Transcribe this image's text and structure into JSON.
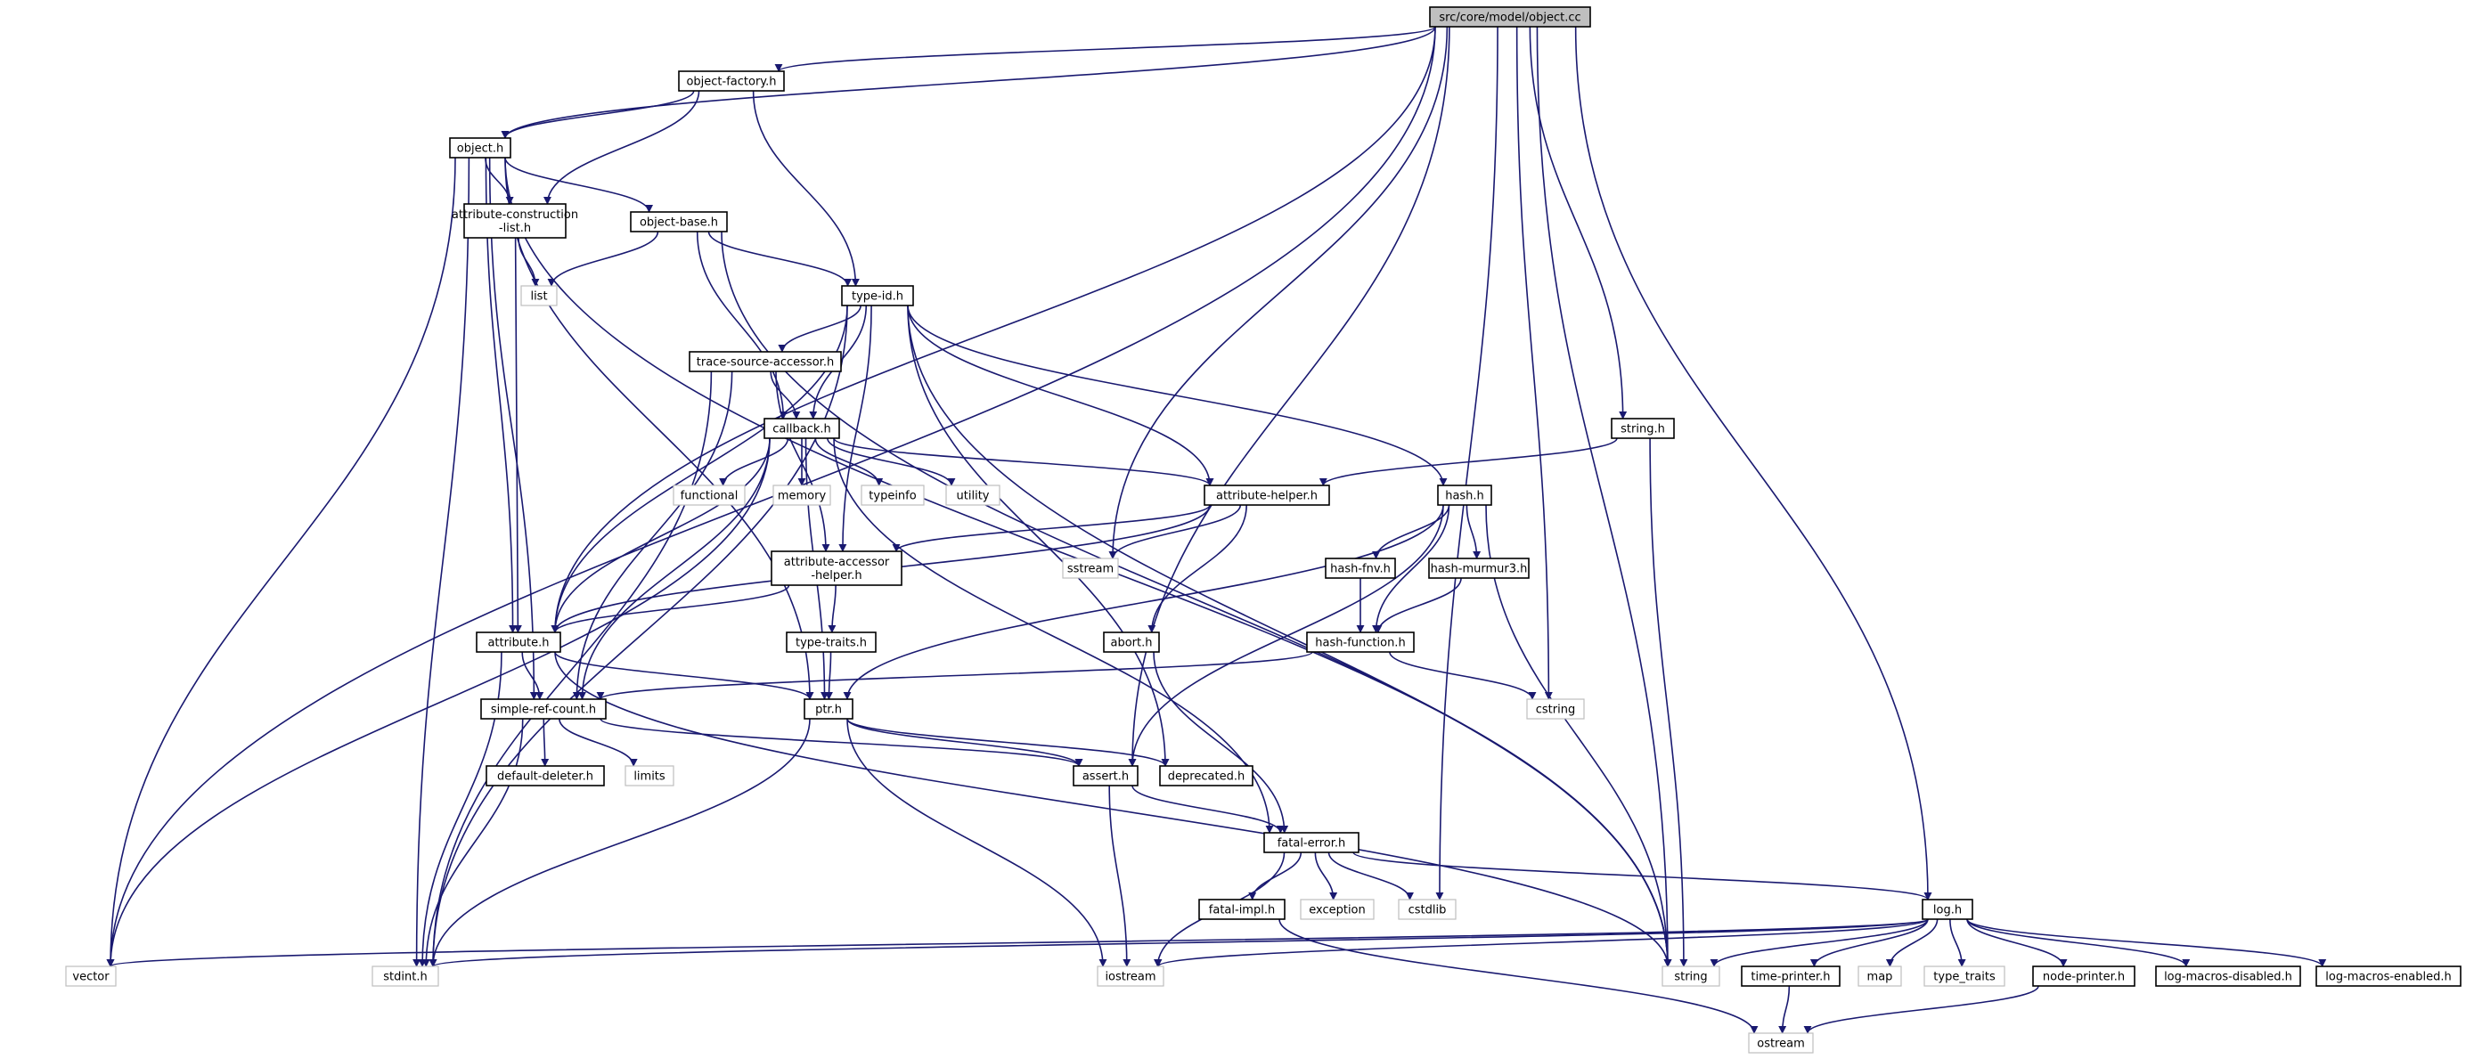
{
  "diagram": {
    "nodes": {
      "root": [
        "src/core/model/object.cc"
      ],
      "objfac": [
        "object-factory.h"
      ],
      "objh": [
        "object.h"
      ],
      "acl": [
        "attribute-construction",
        "-list.h"
      ],
      "objbase": [
        "object-base.h"
      ],
      "list": [
        "list"
      ],
      "typeid": [
        "type-id.h"
      ],
      "tsa": [
        "trace-source-accessor.h"
      ],
      "callback": [
        "callback.h"
      ],
      "functional": [
        "functional"
      ],
      "memory": [
        "memory"
      ],
      "typeinfo": [
        "typeinfo"
      ],
      "utility": [
        "utility"
      ],
      "attrhelper": [
        "attribute-helper.h"
      ],
      "hash": [
        "hash.h"
      ],
      "sstream": [
        "sstream"
      ],
      "hashfnv": [
        "hash-fnv.h"
      ],
      "hashmur": [
        "hash-murmur3.h"
      ],
      "aah": [
        "attribute-accessor",
        "-helper.h"
      ],
      "abort": [
        "abort.h"
      ],
      "typetraits": [
        "type-traits.h"
      ],
      "hashfun": [
        "hash-function.h"
      ],
      "cstring": [
        "cstring"
      ],
      "stringh": [
        "string.h"
      ],
      "attrh": [
        "attribute.h"
      ],
      "ptr": [
        "ptr.h"
      ],
      "src": [
        "simple-ref-count.h"
      ],
      "dd": [
        "default-deleter.h"
      ],
      "limits": [
        "limits"
      ],
      "assert": [
        "assert.h"
      ],
      "deprecated": [
        "deprecated.h"
      ],
      "fatalerr": [
        "fatal-error.h"
      ],
      "fatalimpl": [
        "fatal-impl.h"
      ],
      "exception": [
        "exception"
      ],
      "cstdlib": [
        "cstdlib"
      ],
      "logh": [
        "log.h"
      ],
      "vector": [
        "vector"
      ],
      "stdint": [
        "stdint.h"
      ],
      "iostream": [
        "iostream"
      ],
      "string": [
        "string"
      ],
      "timeprinter": [
        "time-printer.h"
      ],
      "map": [
        "map"
      ],
      "type_traits": [
        "type_traits"
      ],
      "nodeprinter": [
        "node-printer.h"
      ],
      "lmd": [
        "log-macros-disabled.h"
      ],
      "lme": [
        "log-macros-enabled.h"
      ],
      "ostream": [
        "ostream"
      ]
    }
  }
}
